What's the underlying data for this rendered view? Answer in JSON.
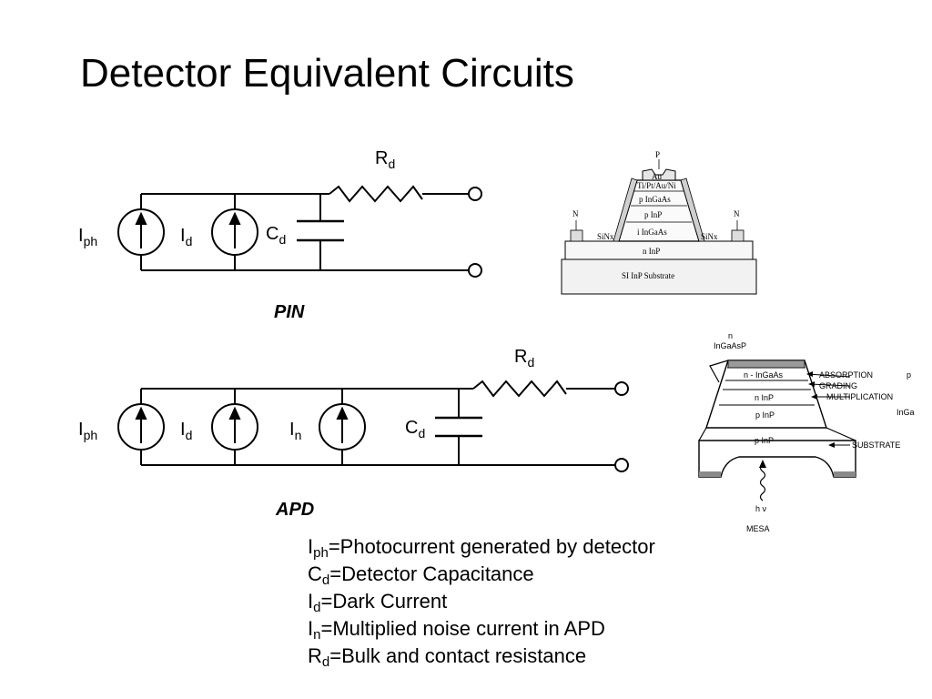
{
  "title": "Detector Equivalent Circuits",
  "pin": {
    "caption": "PIN",
    "labels": {
      "iph": {
        "main": "I",
        "sub": "ph"
      },
      "id": {
        "main": "I",
        "sub": "d"
      },
      "cd": {
        "main": "C",
        "sub": "d"
      },
      "rd": {
        "main": "R",
        "sub": "d"
      }
    }
  },
  "apd": {
    "caption": "APD",
    "labels": {
      "iph": {
        "main": "I",
        "sub": "ph"
      },
      "id": {
        "main": "I",
        "sub": "d"
      },
      "in": {
        "main": "I",
        "sub": "n"
      },
      "cd": {
        "main": "C",
        "sub": "d"
      },
      "rd": {
        "main": "R",
        "sub": "d"
      }
    }
  },
  "pin_structure": {
    "layers": [
      "P",
      "Au",
      "Ti/Pt/Au/Ni",
      "p InGaAs",
      "p InP",
      "i  InGaAs",
      "n  InP",
      "SI InP Substrate"
    ],
    "contacts": [
      "N",
      "N"
    ],
    "passivation": [
      "SiNx",
      "SiNx"
    ]
  },
  "apd_structure": {
    "top_labels": [
      "n",
      "InGaAsP"
    ],
    "layers": [
      "n - InGaAs",
      "n InP",
      "p InP",
      "p InP"
    ],
    "annotations": [
      "ABSORPTION",
      "GRADING",
      "MULTIPLICATION",
      "SUBSTRATE"
    ],
    "light": "h ν",
    "caption": "MESA",
    "edge_text": [
      "p",
      "InGa"
    ]
  },
  "legend": [
    {
      "main": "I",
      "sub": "ph",
      "text": "=Photocurrent generated by detector"
    },
    {
      "main": "C",
      "sub": "d",
      "text": "=Detector Capacitance"
    },
    {
      "main": "I",
      "sub": "d",
      "text": "=Dark Current"
    },
    {
      "main": "I",
      "sub": "n",
      "text": "=Multiplied noise current in APD"
    },
    {
      "main": "R",
      "sub": "d",
      "text": "=Bulk and contact resistance"
    }
  ]
}
